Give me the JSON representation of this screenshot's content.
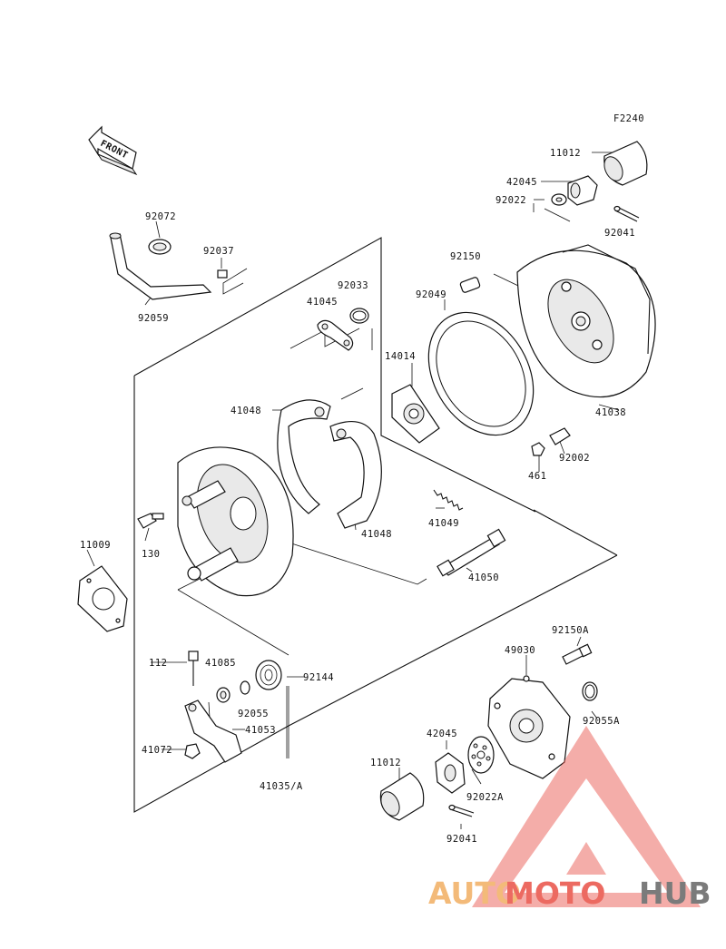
{
  "figure_code": "F2240",
  "front_label": "FRONT",
  "parts": {
    "p11012a": "11012",
    "p42045a": "42045",
    "p92022a": "92022",
    "p92041a": "92041",
    "p92072": "92072",
    "p92037": "92037",
    "p92059": "92059",
    "p92033": "92033",
    "p41045": "41045",
    "p92150": "92150",
    "p92049": "92049",
    "p14014": "14014",
    "p41038": "41038",
    "p461": "461",
    "p92002": "92002",
    "p41048a": "41048",
    "p41048b": "41048",
    "p41049": "41049",
    "p41050": "41050",
    "p130": "130",
    "p11009": "11009",
    "p112": "112",
    "p41085": "41085",
    "p92144": "92144",
    "p92055": "92055",
    "p41053": "41053",
    "p41072": "41072",
    "p41035a": "41035/A",
    "p92150a": "92150A",
    "p49030": "49030",
    "p92055a": "92055A",
    "p42045b": "42045",
    "p11012b": "11012",
    "p92022aa": "92022A",
    "p92041b": "92041"
  },
  "watermark": {
    "part1": "AUTO",
    "part2": "MOTO",
    "part3": "HUB",
    "color_orange": "#f2b36b",
    "color_red": "#ea5a50",
    "color_gray": "#6d6d6d"
  }
}
